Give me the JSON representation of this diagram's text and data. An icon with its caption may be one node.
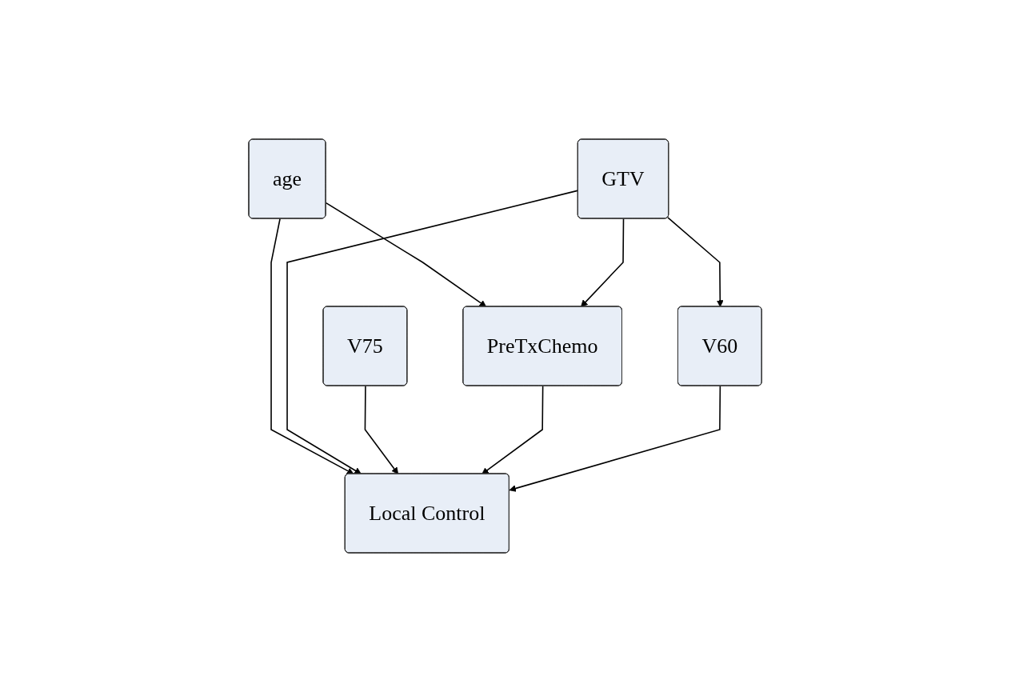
{
  "diagram": {
    "nodes": [
      {
        "text": [
          "age"
        ]
      },
      {
        "text": [
          "GTV"
        ]
      },
      {
        "text": [
          "V75"
        ]
      },
      {
        "text": [
          "PreTxChemo"
        ]
      },
      {
        "text": [
          "V60"
        ]
      },
      {
        "text": [
          "Local Control"
        ]
      }
    ],
    "edges": [
      {
        "from": 0,
        "to": 3,
        "arrow": "to"
      },
      {
        "from": 1,
        "to": 3,
        "arrow": "to"
      },
      {
        "from": 0,
        "to": 5,
        "arrow": "to"
      },
      {
        "from": 1,
        "to": 5,
        "arrow": "to"
      },
      {
        "from": 1,
        "to": 4,
        "arrow": "to"
      },
      {
        "from": 2,
        "to": 5,
        "arrow": "to"
      },
      {
        "from": 3,
        "to": 5,
        "arrow": "to"
      },
      {
        "from": 4,
        "to": 5,
        "arrow": "to"
      }
    ]
  }
}
